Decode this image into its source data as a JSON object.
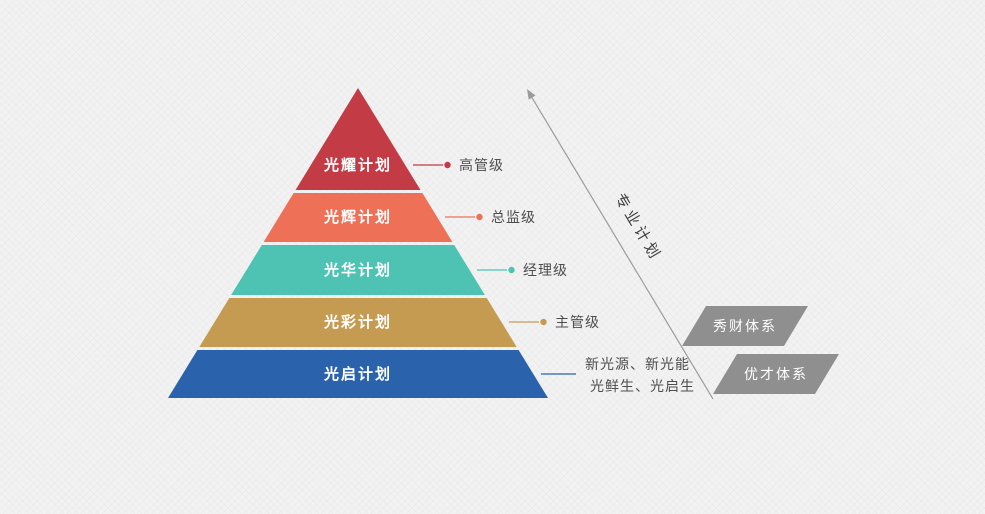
{
  "background_color": "#f2f2f2",
  "pyramid": {
    "layers": [
      {
        "label": "光耀计划",
        "color": "#c23b45",
        "callout": "高管级"
      },
      {
        "label": "光辉计划",
        "color": "#ee7157",
        "callout": "总监级"
      },
      {
        "label": "光华计划",
        "color": "#4ec3b3",
        "callout": "经理级"
      },
      {
        "label": "光彩计划",
        "color": "#c59b52",
        "callout": "主管级"
      },
      {
        "label": "光启计划",
        "color": "#2a63ab",
        "callout_lines": [
          "新光源、新光能",
          "光鲜生、光启生"
        ]
      }
    ]
  },
  "axis": {
    "label": "专业计划",
    "color": "#9b9b9b"
  },
  "badges": [
    {
      "label": "秀财体系",
      "color": "#8f8f8f"
    },
    {
      "label": "优才体系",
      "color": "#8f8f8f"
    }
  ]
}
